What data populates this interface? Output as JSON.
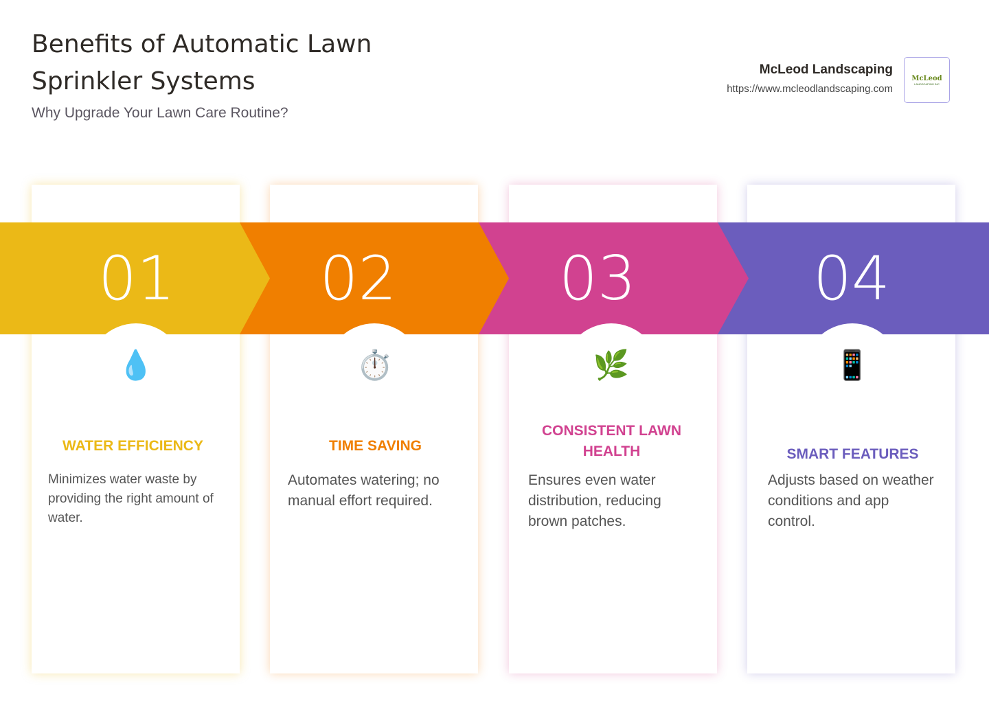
{
  "header": {
    "title": "Benefits of Automatic Lawn Sprinkler Systems",
    "subtitle": "Why Upgrade Your Lawn Care Routine?"
  },
  "brand": {
    "name": "McLeod Landscaping",
    "url": "https://www.mcleodlandscaping.com",
    "logo_text": "McLeod",
    "logo_sub": "LANDSCAPING INC"
  },
  "steps": [
    {
      "number": "01",
      "icon": "water-drop-icon",
      "emoji": "💧",
      "title": "WATER EFFICIENCY",
      "description": "Minimizes water waste by providing the right amount of water.",
      "color": "#EBB917"
    },
    {
      "number": "02",
      "icon": "stopwatch-icon",
      "emoji": "⏱️",
      "title": "TIME SAVING",
      "description": "Automates watering; no manual effort required.",
      "color": "#F07F00"
    },
    {
      "number": "03",
      "icon": "herb-icon",
      "emoji": "🌿",
      "title": "CONSISTENT LAWN HEALTH",
      "description": "Ensures even water distribution, reducing brown patches.",
      "color": "#D14290"
    },
    {
      "number": "04",
      "icon": "mobile-phone-icon",
      "emoji": "📱",
      "title": "SMART FEATURES",
      "description": "Adjusts based on weather conditions and app control.",
      "color": "#6B5DBD"
    }
  ]
}
